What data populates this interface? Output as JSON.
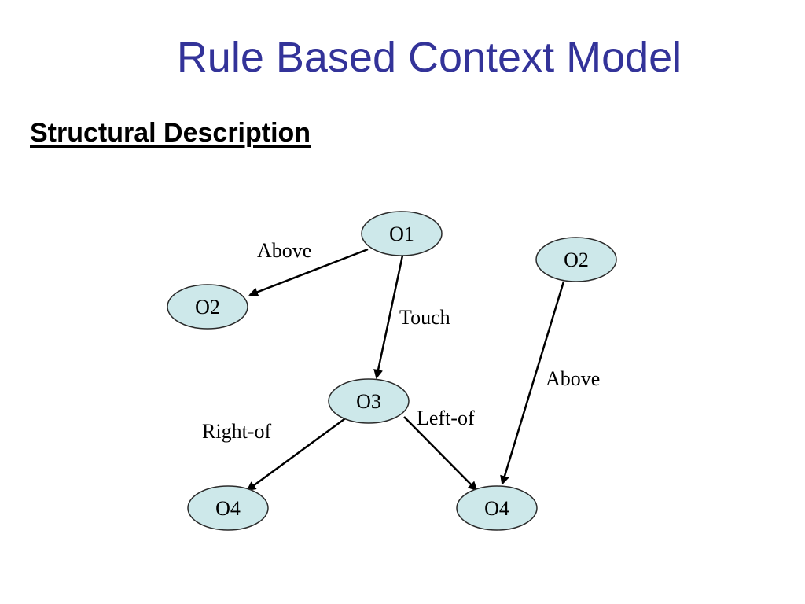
{
  "title": "Rule Based Context Model",
  "subtitle": "Structural Description",
  "nodes": {
    "o1": "O1",
    "o2_left": "O2",
    "o2_right": "O2",
    "o3": "O3",
    "o4_left": "O4",
    "o4_right": "O4"
  },
  "edges": {
    "o1_o2": "Above",
    "o1_o3": "Touch",
    "o3_o4_left": "Right-of",
    "o3_o4_right": "Left-of",
    "o2_o4": "Above"
  },
  "colors": {
    "title": "#333399",
    "node_fill": "#cde8ea"
  }
}
